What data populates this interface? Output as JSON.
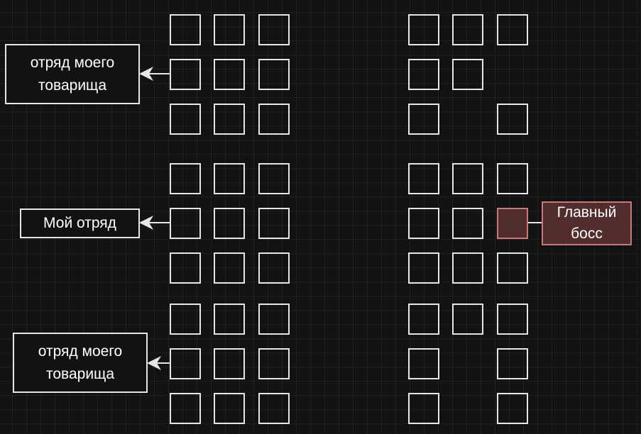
{
  "labels": {
    "ally_top": "отряд моего товарища",
    "mine": "Мой отряд",
    "ally_bottom": "отряд моего товарища",
    "boss": "Главный босс"
  },
  "colors": {
    "boss_fill": "#522d2d",
    "boss_stroke": "#c87a7a",
    "stroke": "#e6e6e6"
  },
  "left_formation": [
    [
      1,
      1,
      1
    ],
    [
      1,
      1,
      1
    ],
    [
      1,
      1,
      1
    ],
    [
      1,
      1,
      1
    ],
    [
      1,
      1,
      1
    ],
    [
      1,
      1,
      1
    ],
    [
      1,
      1,
      1
    ],
    [
      1,
      1,
      1
    ],
    [
      1,
      1,
      1
    ]
  ],
  "right_formation": [
    [
      1,
      1,
      1
    ],
    [
      1,
      1,
      0
    ],
    [
      1,
      0,
      1
    ],
    [
      1,
      1,
      1
    ],
    [
      1,
      1,
      2
    ],
    [
      1,
      1,
      1
    ],
    [
      1,
      1,
      1
    ],
    [
      1,
      0,
      1
    ],
    [
      1,
      0,
      1
    ]
  ]
}
